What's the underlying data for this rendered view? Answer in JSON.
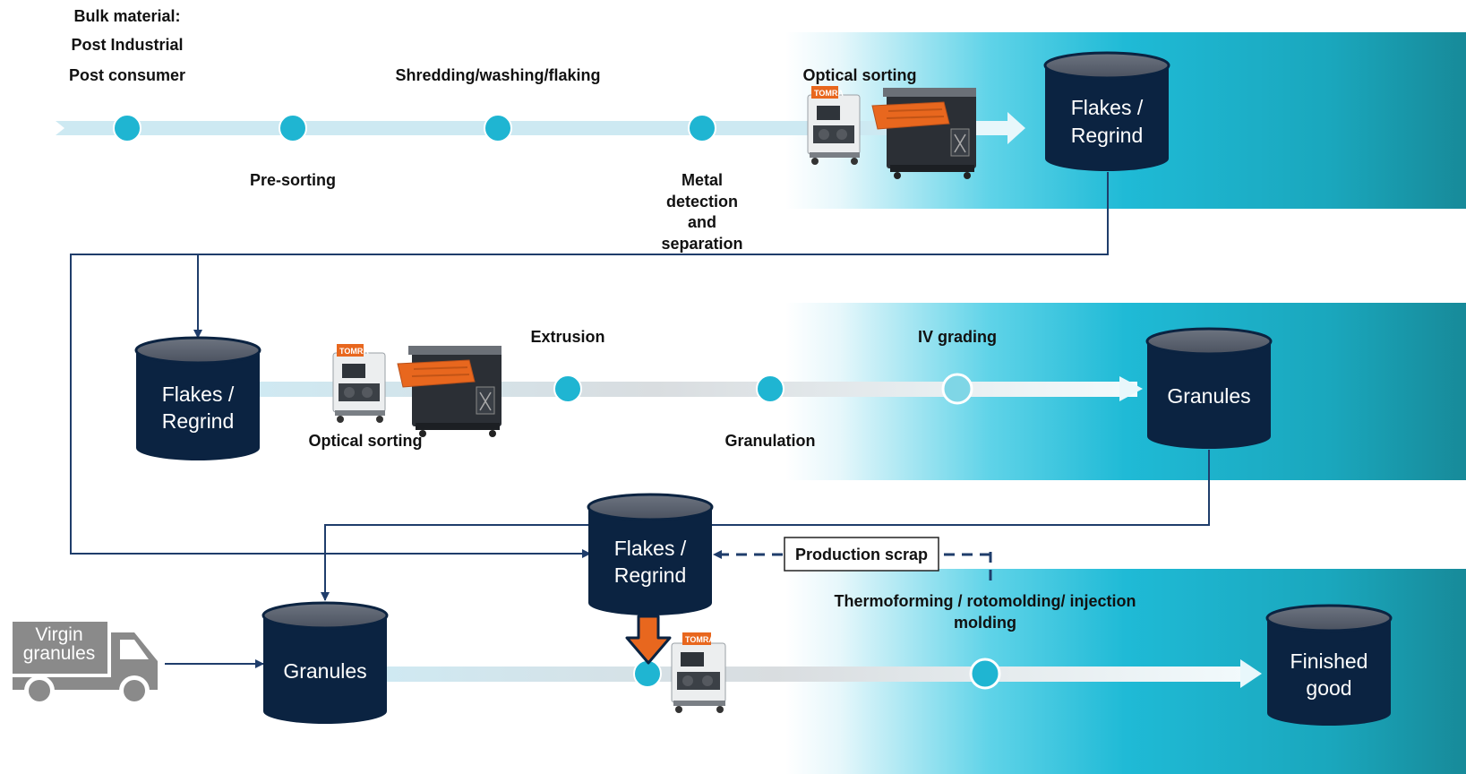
{
  "row1": {
    "bulk_material": {
      "line1": "Bulk material:",
      "line2": "Post Industrial",
      "line3": "Post consumer"
    },
    "pre_sorting": "Pre-sorting",
    "shredding": "Shredding/washing/flaking",
    "metal_detection": {
      "line1": "Metal",
      "line2": "detection",
      "line3": "and",
      "line4": "separation"
    },
    "optical_sorting": "Optical sorting",
    "output": {
      "line1": "Flakes /",
      "line2": "Regrind"
    }
  },
  "row2": {
    "input": {
      "line1": "Flakes /",
      "line2": "Regrind"
    },
    "optical_sorting": "Optical sorting",
    "extrusion": "Extrusion",
    "granulation": "Granulation",
    "iv_grading": "IV grading",
    "output": "Granules"
  },
  "row3": {
    "truck": {
      "line1": "Virgin",
      "line2": "granules"
    },
    "granules": "Granules",
    "flakes": {
      "line1": "Flakes /",
      "line2": "Regrind"
    },
    "production_scrap": "Production scrap",
    "forming": {
      "line1": "Thermoforming / rotomolding/ injection",
      "line2": "molding"
    },
    "output": {
      "line1": "Finished",
      "line2": "good"
    }
  },
  "machine_brand": "TOMRA",
  "colors": {
    "navy": "#0b2341",
    "teal": "#1fb5d2",
    "pipe": "#cde9f2",
    "band_dark": "#178a99",
    "connector": "#1f3d6b",
    "orange": "#e8671e"
  }
}
